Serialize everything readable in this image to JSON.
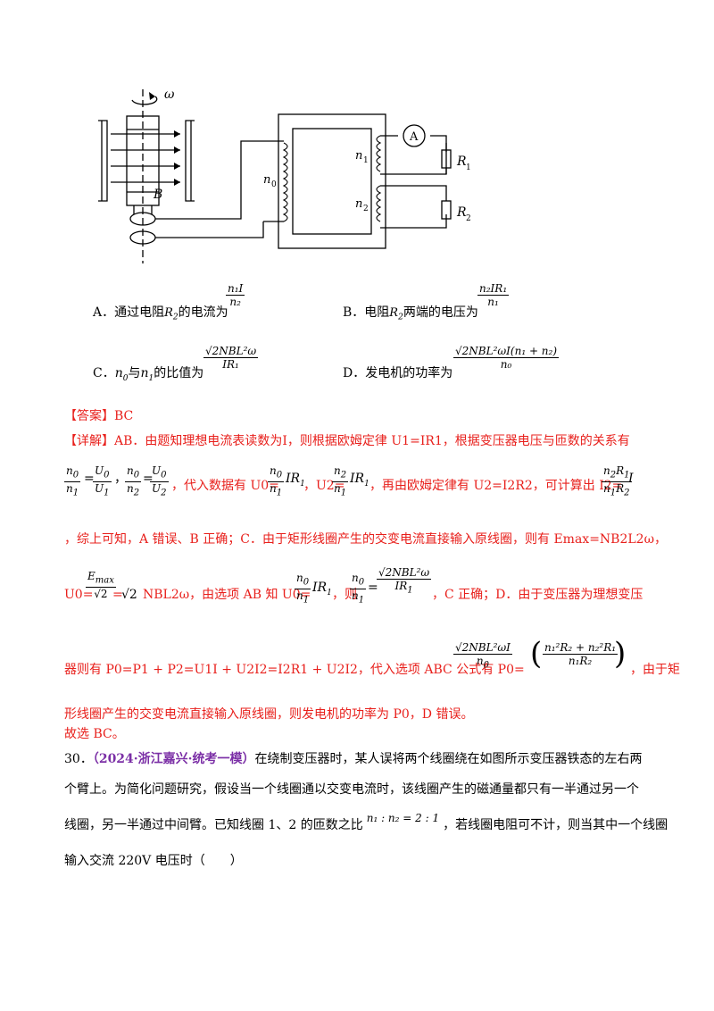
{
  "diagram": {
    "label_omega": "ω",
    "label_B": "B",
    "label_n0": "n",
    "label_n0_sub": "0",
    "label_n1": "n",
    "label_n1_sub": "1",
    "label_n2": "n",
    "label_n2_sub": "2",
    "label_A": "A",
    "label_R1": "R",
    "label_R1_sub": "1",
    "label_R2": "R",
    "label_R2_sub": "2"
  },
  "options": {
    "A_text": "A．通过电阻",
    "A_text2": "的电流为",
    "A_frac_num": "n₁I",
    "A_frac_den": "n₂",
    "B_text": "B．电阻",
    "B_text2": "两端的电压为",
    "B_frac_num": "n₂IR₁",
    "B_frac_den": "n₁",
    "C_text": "C．",
    "C_text2": "与",
    "C_text3": "的比值为",
    "C_frac_num": "√2NBL²ω",
    "C_frac_den": "IR₁",
    "D_text": "D．发电机的功率为",
    "D_frac_num": "√2NBL²ωI(n₁ + n₂)",
    "D_frac_den": "n₀"
  },
  "answer": {
    "label": "【答案】BC",
    "detail_label": "【详解】",
    "detail_line1": "AB．由题知理想电流表读数为I，则根据欧姆定律 U1=IR1，根据变压器电压与匝数的关系有",
    "line2_a": "，代入数据有 U0=",
    "line2_b": "，U2=",
    "line2_c": "，再由欧姆定律有 U2=I2R2，可计算出 I2=",
    "line3": "，综上可知，A 错误、B 正确；C．由于矩形线圈产生的交变电流直接输入原线圈，则有 Emax=NB2L2ω，",
    "line4_a": "U0=",
    "line4_b": "=",
    "line4_c": "NBL2ω，由选项 AB 知 U0=",
    "line4_d": "，则",
    "line4_e": "，C 正确；D．由于变压器为理想变压",
    "line5_a": "器则有 P0=P1 + P2=U1I + U2I2=I2R1 + U2I2，代入选项 ABC 公式有 P0=",
    "line5_b": "，由于矩",
    "line6": "形线圈产生的交变电流直接输入原线圈，则发电机的功率为 P0，D 错误。",
    "line7": "故选 BC。"
  },
  "question30": {
    "number": "30．",
    "source": "（2024·浙江嘉兴·统考一模）",
    "line1_rest": "在绕制变压器时，某人误将两个线圈绕在如图所示变压器铁态的左右两",
    "line2": "个臂上。为简化问题研究，假设当一个线圈通以交变电流时，该线圈产生的磁通量都只有一半通过另一个",
    "line3_a": "线圈，另一半通过中间臂。已知线圈 1、2 的匝数之比",
    "ratio": "n₁ : n₂ = 2 : 1",
    "line3_b": "，若线圈电阻可不计，则当其中一个线圈",
    "line4": "输入交流 220V 电压时（　　）"
  }
}
